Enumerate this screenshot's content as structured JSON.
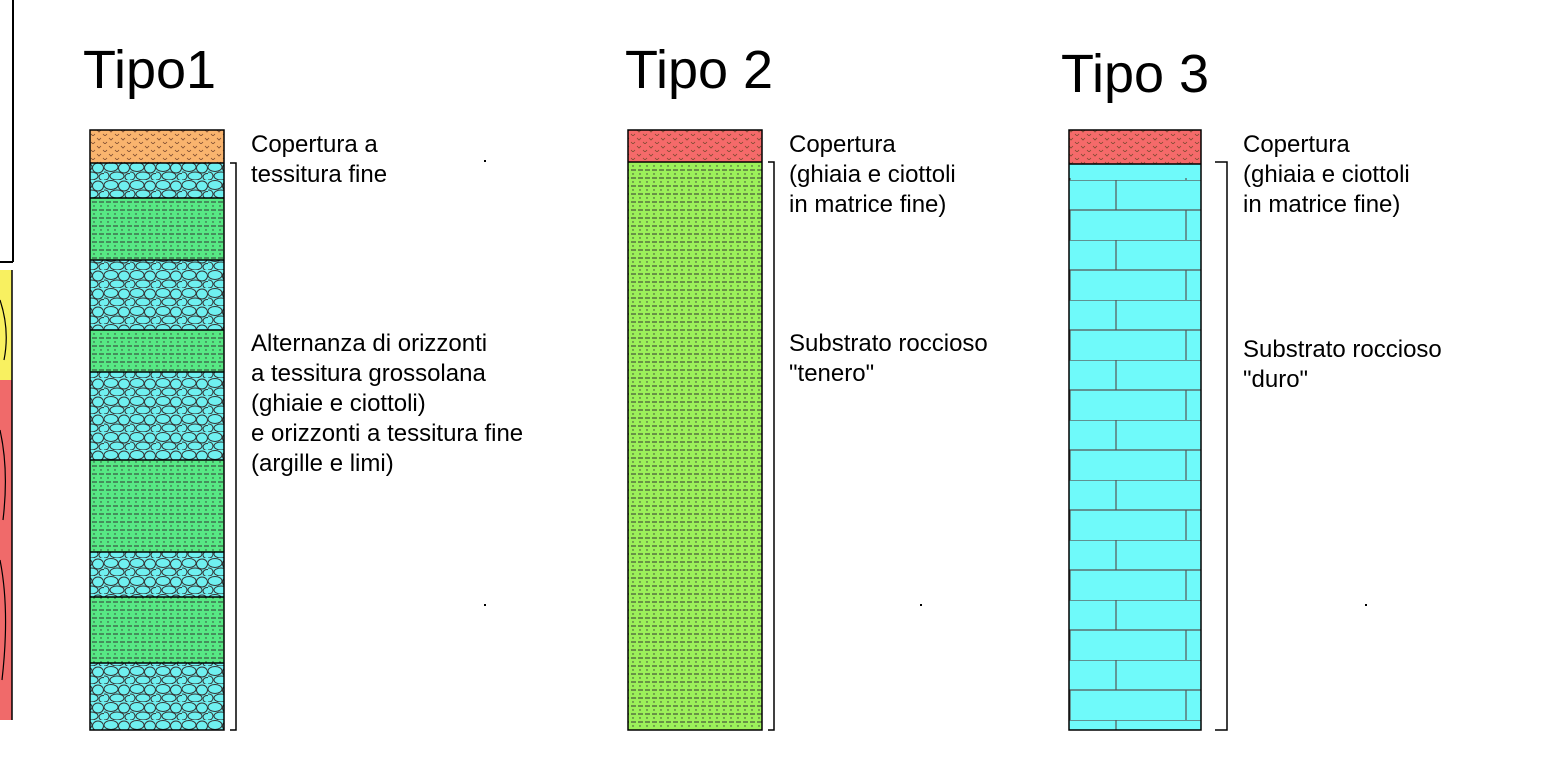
{
  "columns": [
    {
      "title": "Tipo1",
      "cover_label": "Copertura a\ntessitura fine",
      "main_label": "Alternanza di orizzonti\na tessitura grossolana\n(ghiaie e ciottoli)\ne orizzonti a tessitura fine\n(argille e limi)"
    },
    {
      "title": "Tipo 2",
      "cover_label": "Copertura\n(ghiaia e ciottoli\nin matrice fine)",
      "main_label": "Substrato roccioso\n\"tenero\""
    },
    {
      "title": "Tipo 3",
      "cover_label": "Copertura\n(ghiaia e ciottoli\nin matrice fine)",
      "main_label": "Substrato roccioso\n\"duro\""
    }
  ],
  "colors": {
    "cover_type1": "#f9b46e",
    "cover_type2_3": "#f56a6a",
    "gravel": "#6ff0f0",
    "fine": "#57e884",
    "soft_rock": "#9cf05a",
    "hard_rock": "#6ffafa",
    "left_strip": "#f06a6a",
    "left_strip_yellow": "#f8f060"
  }
}
